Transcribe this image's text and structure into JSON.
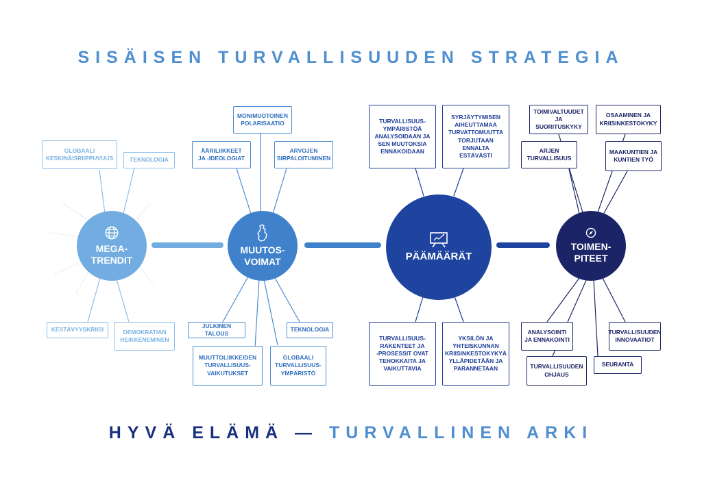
{
  "title": "SISÄISEN TURVALLISUUDEN STRATEGIA",
  "footer": {
    "part1": "HYVÄ ELÄMÄ",
    "sep": " — ",
    "part2": "TURVALLINEN ARKI"
  },
  "colors": {
    "light": "#7ab2e2",
    "medium": "#4a8bd0",
    "dark": "#1d3c98",
    "navy": "#1b2466"
  },
  "hubs": {
    "megatrendit": {
      "label": "MEGA-\nTRENDIT",
      "icon": "globe-icon",
      "color": "#72ace0"
    },
    "muutosvoimat": {
      "label": "MUUTOS-\nVOIMAT",
      "icon": "finland-map-icon",
      "color": "#3f82cb"
    },
    "paamaarat": {
      "label": "PÄÄMÄÄRÄT",
      "icon": "presentation-board-icon",
      "color": "#1f44a0"
    },
    "toimenpiteet": {
      "label": "TOIMEN-\nPITEET",
      "icon": "compass-icon",
      "color": "#1b2466"
    }
  },
  "megatrendit_boxes": {
    "globaali": "GLOBAALI\nKESKINÄISRIIPPUVUUS",
    "teknologia": "TEKNOLOGIA",
    "kestavyyskriisi": "KESTÄVYYSKRIISI",
    "demokratian": "DEMOKRATIAN\nHEIKKENEMINEN"
  },
  "muutosvoimat_boxes": {
    "monimuotoinen": "MONIMUOTOINEN\nPOLARISAATIO",
    "aariliikkeet": "ÄÄRILIIKKEET\nJA -IDEOLOGIAT",
    "arvojen": "ARVOJEN\nSIRPALOITUMINEN",
    "julkinen": "JULKINEN TALOUS",
    "teknologia": "TEKNOLOGIA",
    "muuttoliikkeiden": "MUUTTOLIIKKEIDEN\nTURVALLISUUS-\nVAIKUTUKSET",
    "globaali": "GLOBAALI\nTURVALLISUUS-\nYMPÄRISTÖ"
  },
  "paamaarat_boxes": {
    "ymparisto": "TURVALLISUUS-\nYMPÄRISTÖÄ\nANALYSOIDAAN JA\nSEN MUUTOKSIA\nENNAKOIDAAN",
    "syrjaytyminen": "SYRJÄYTYMISEN\nAIHEUTTAMAA\nTURVATTOMUUTTA\nTORJUTAAN\nENNALTA ESTÄVÄSTI",
    "rakenteet": "TURVALLISUUS-\nRAKENTEET JA\n-PROSESSIT OVAT\nTEHOKKAITA JA\nVAIKUTTAVIA",
    "yksilon": "YKSILÖN JA\nYHTEISKUNNAN\nKRIISINKESTOKYKYÄ\nYLLÄPIDETÄÄN JA\nPARANNETAAN"
  },
  "toimenpiteet_boxes": {
    "toimivaltuudet": "TOIMIVALTUUDET\nJA SUORITUSKYKY",
    "osaaminen": "OSAAMINEN JA\nKRIISINKESTOKYKY",
    "arjen": "ARJEN\nTURVALLISUUS",
    "maakuntien": "MAAKUNTIEN JA\nKUNTIEN TYÖ",
    "analysointi": "ANALYSOINTI\nJA ENNAKOINTI",
    "innovaatiot": "TURVALLISUUDEN\nINNOVAATIOT",
    "ohjaus": "TURVALLISUUDEN\nOHJAUS",
    "seuranta": "SEURANTA"
  }
}
